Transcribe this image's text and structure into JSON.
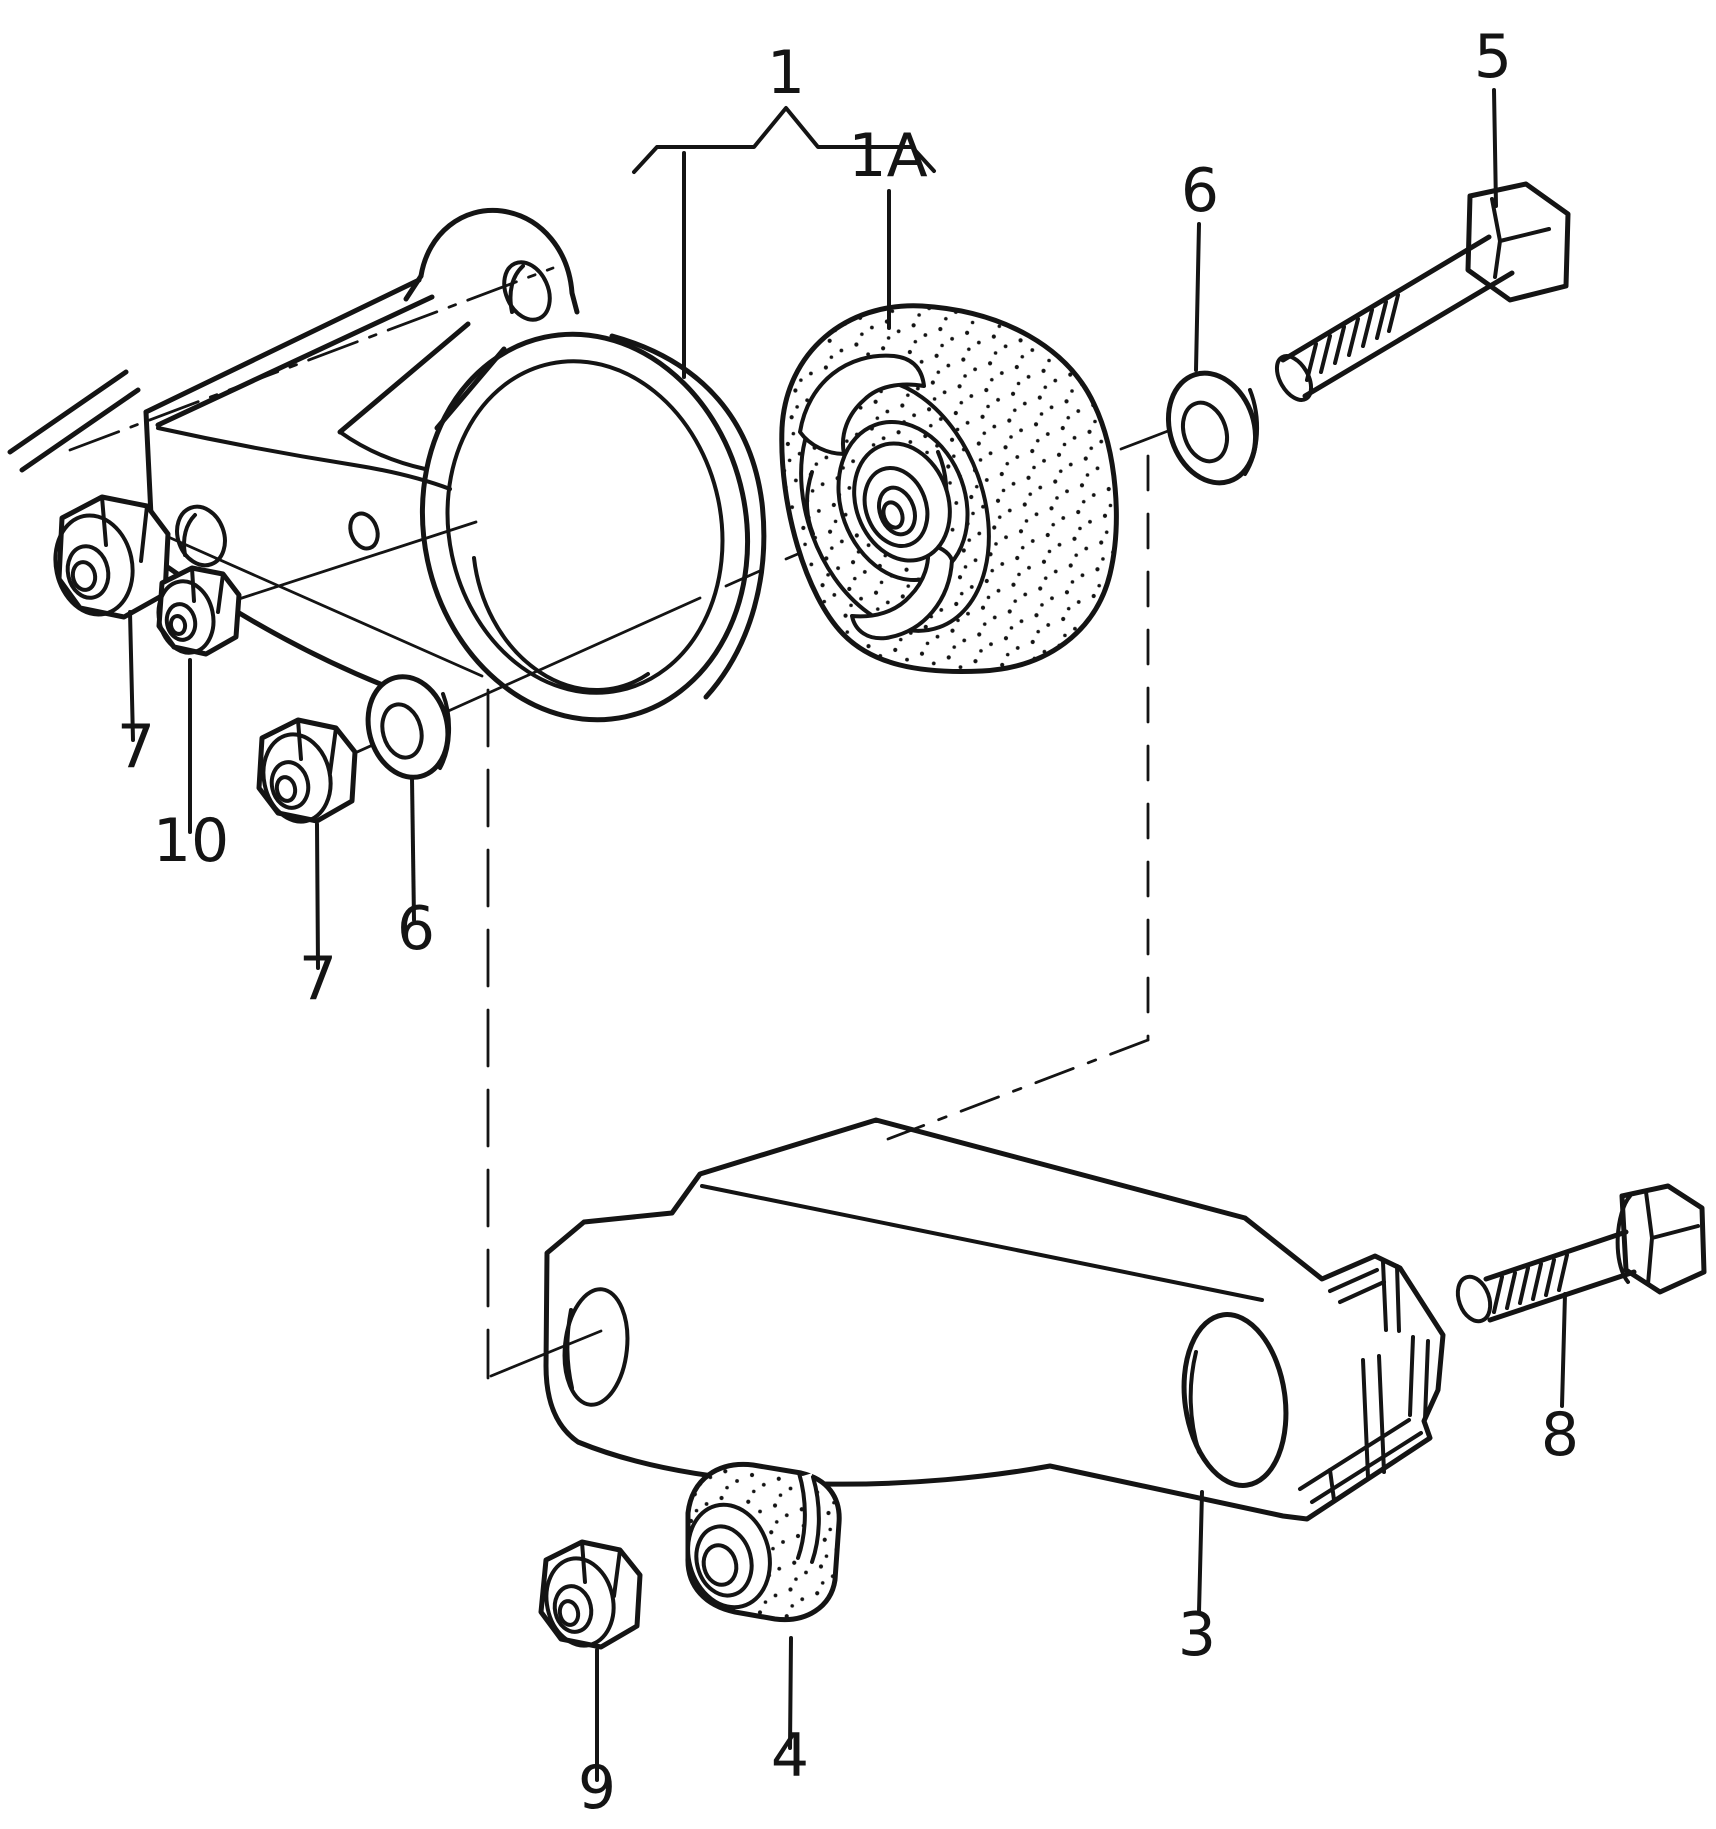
{
  "diagram": {
    "type": "exploded parts diagram (engine mounting)",
    "background": "#ffffff",
    "line_color": "#141414",
    "callouts": [
      {
        "key": "1",
        "label": "1"
      },
      {
        "key": "1A",
        "label": "1A"
      },
      {
        "key": "5",
        "label": "5"
      },
      {
        "key": "6-upper",
        "label": "6"
      },
      {
        "key": "7-upper",
        "label": "7"
      },
      {
        "key": "10",
        "label": "10"
      },
      {
        "key": "7-lower",
        "label": "7"
      },
      {
        "key": "6-left",
        "label": "6"
      },
      {
        "key": "3",
        "label": "3"
      },
      {
        "key": "9",
        "label": "9"
      },
      {
        "key": "4",
        "label": "4"
      },
      {
        "key": "8",
        "label": "8"
      }
    ]
  }
}
